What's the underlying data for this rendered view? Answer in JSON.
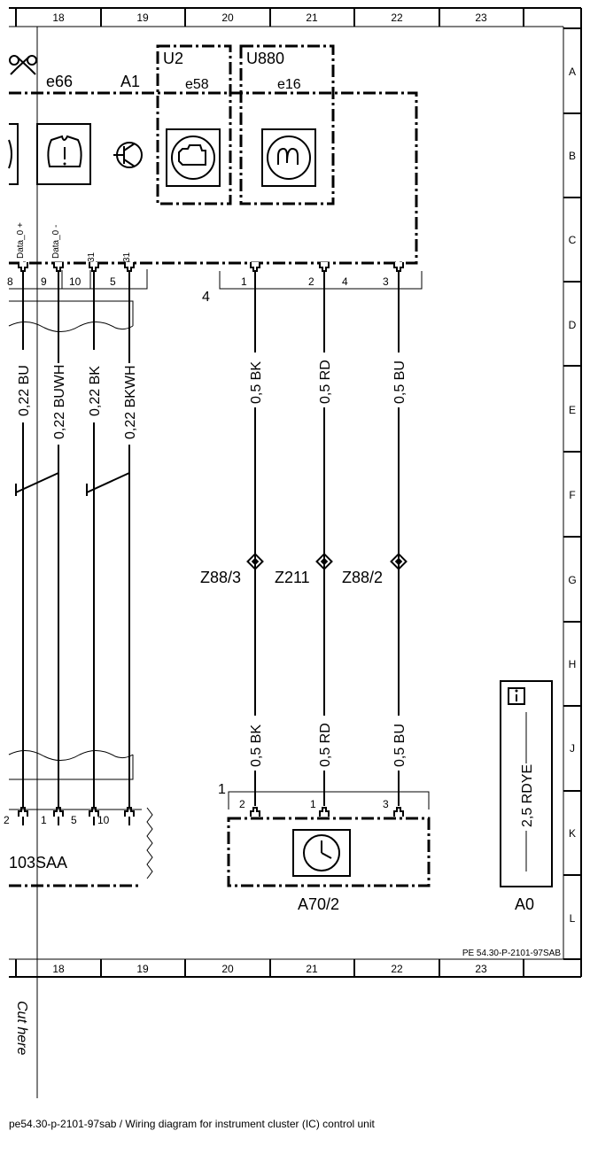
{
  "diagram": {
    "columns": [
      "18",
      "19",
      "20",
      "21",
      "22",
      "23"
    ],
    "rows": [
      "A",
      "B",
      "C",
      "D",
      "E",
      "F",
      "G",
      "H",
      "J",
      "K",
      "L"
    ],
    "components": {
      "a1": "A1",
      "e66": "e66",
      "u2": "U2",
      "e58": "e58",
      "u880": "U880",
      "e16": "e16",
      "a70_2": "A70/2",
      "n103saa": "103SAA",
      "a0": "A0"
    },
    "top_pins": {
      "left": [
        "8",
        "9",
        "10",
        "5"
      ],
      "right_group": "4",
      "right": [
        "1",
        "2",
        "4",
        "3"
      ]
    },
    "pin_signals": [
      "Data_0 +",
      "Data_0 -",
      "31",
      "31"
    ],
    "left_wires": [
      "0,22 BU",
      "0,22 BUWH",
      "0,22 BK",
      "0,22 BKWH"
    ],
    "mid_wires_upper": [
      "0,5 BK",
      "0,5 RD",
      "0,5 BU"
    ],
    "mid_wires_lower": [
      "0,5 BK",
      "0,5 RD",
      "0,5 BU"
    ],
    "splices": [
      "Z88/3",
      "Z211",
      "Z88/2"
    ],
    "bottom_left_pins": [
      "1",
      "5",
      "10"
    ],
    "bottom_left_partial": "2",
    "clock_pins": [
      "2",
      "1",
      "3"
    ],
    "clock_group": "1",
    "info_wire": "2,5 RDYE",
    "drawing_code": "PE 54.30-P-2101-97SAB",
    "cut_here": "Cut here",
    "caption": "pe54.30-p-2101-97sab / Wiring diagram for instrument cluster (IC) control unit"
  }
}
